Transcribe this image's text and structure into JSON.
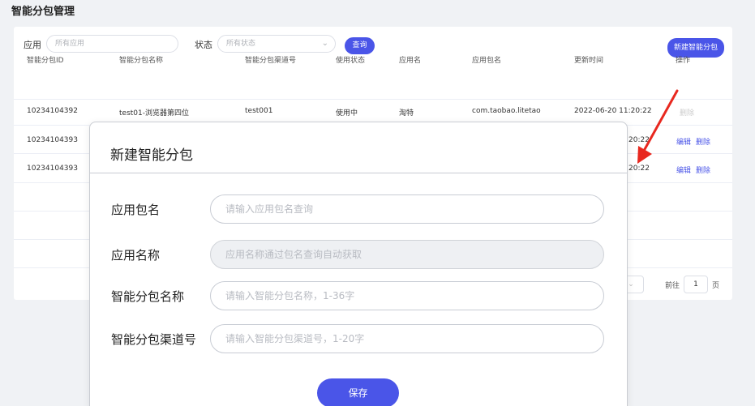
{
  "page": {
    "title": "智能分包管理"
  },
  "filters": {
    "app_label": "应用",
    "app_placeholder": "所有应用",
    "status_label": "状态",
    "status_placeholder": "所有状态",
    "query_button": "查询",
    "create_button": "新建智能分包"
  },
  "table": {
    "headers": [
      "智能分包ID",
      "智能分包名称",
      "智能分包渠道号",
      "使用状态",
      "应用名",
      "应用包名",
      "更新时间",
      "操作"
    ],
    "rows": [
      {
        "id": "10234104392",
        "name": "test01-浏览器第四位",
        "channel": "test001",
        "status": "使用中",
        "app": "淘特",
        "package": "com.taobao.litetao",
        "time": "2022-06-20 11:20:22",
        "edit": "",
        "delete": "删除"
      },
      {
        "id": "10234104393",
        "time_tail": "20:22",
        "edit": "编辑",
        "delete": "删除"
      },
      {
        "id": "10234104393",
        "time_tail": "20:22",
        "edit": "编辑",
        "delete": "删除"
      }
    ]
  },
  "pagination": {
    "goto_label": "前往",
    "page_value": "1",
    "page_unit": "页",
    "size_chevron": "⌄"
  },
  "modal": {
    "title": "新建智能分包",
    "fields": [
      {
        "label": "应用包名",
        "placeholder": "请输入应用包名查询",
        "disabled": false
      },
      {
        "label": "应用名称",
        "placeholder": "应用名称通过包名查询自动获取",
        "disabled": true
      },
      {
        "label": "智能分包名称",
        "placeholder": "请输入智能分包名称，1-36字",
        "disabled": false
      },
      {
        "label": "智能分包渠道号",
        "placeholder": "请输入智能分包渠道号，1-20字",
        "disabled": false
      }
    ],
    "save_button": "保存"
  },
  "colors": {
    "primary": "#4a55e8",
    "annotation_arrow": "#e8281f"
  },
  "icons": {
    "select_chevron": "chevron-down-icon",
    "annotation": "red-arrow-icon"
  }
}
